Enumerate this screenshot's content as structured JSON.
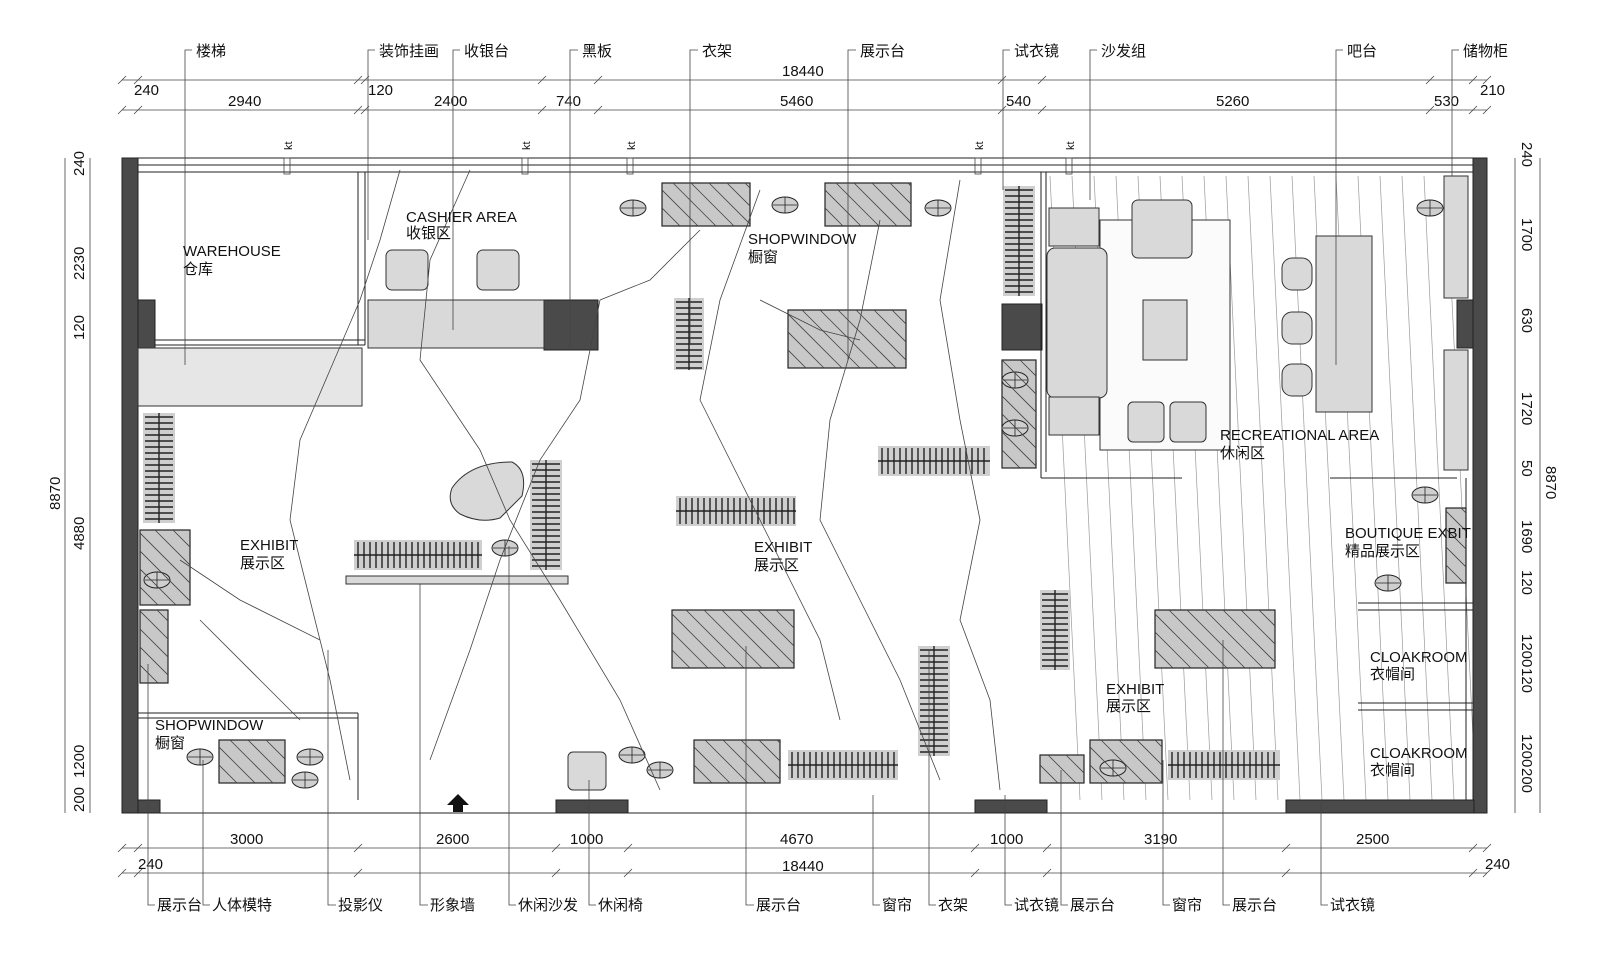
{
  "top_labels": [
    "楼梯",
    "装饰挂画",
    "收银台",
    "黑板",
    "衣架",
    "展示台",
    "试衣镜",
    "沙发组",
    "吧台",
    "储物柜"
  ],
  "bottom_labels": [
    "展示台",
    "人体模特",
    "投影仪",
    "形象墙",
    "休闲沙发",
    "休闲椅",
    "展示台",
    "窗帘",
    "衣架",
    "试衣镜",
    "展示台",
    "窗帘",
    "展示台",
    "试衣镜"
  ],
  "dims_top_total": "18440",
  "dims_top": [
    "240",
    "2940",
    "120",
    "2400",
    "740",
    "5460",
    "540",
    "5260",
    "530",
    "210"
  ],
  "dims_bottom": [
    "3000",
    "2600",
    "1000",
    "4670",
    "1000",
    "3190",
    "2500"
  ],
  "dims_bottom_total": "18440",
  "dims_bottom_side": [
    "240",
    "240"
  ],
  "dims_left": [
    "240",
    "2230",
    "120",
    "4880",
    "1200",
    "200"
  ],
  "dims_left_total": "8870",
  "dims_right": [
    "240",
    "1700",
    "630",
    "1720",
    "50",
    "1690",
    "120",
    "1200",
    "120",
    "1200",
    "200"
  ],
  "dims_right_total": "8870",
  "kt_label": "kt",
  "areas": [
    {
      "en": "WAREHOUSE",
      "zh": "仓库"
    },
    {
      "en": "CASHIER AREA",
      "zh": "收银区"
    },
    {
      "en": "SHOPWINDOW",
      "zh": "橱窗"
    },
    {
      "en": "EXHIBIT",
      "zh": "展示区"
    },
    {
      "en": "EXHIBIT",
      "zh": "展示区"
    },
    {
      "en": "RECREATIONAL AREA",
      "zh": "休闲区"
    },
    {
      "en": "BOUTIQUE EXBIT",
      "zh": "精品展示区"
    },
    {
      "en": "EXHIBIT",
      "zh": "展示区"
    },
    {
      "en": "CLOAKROOM",
      "zh": "衣帽间"
    },
    {
      "en": "CLOAKROOM",
      "zh": "衣帽间"
    },
    {
      "en": "SHOPWINDOW",
      "zh": "橱窗"
    }
  ]
}
